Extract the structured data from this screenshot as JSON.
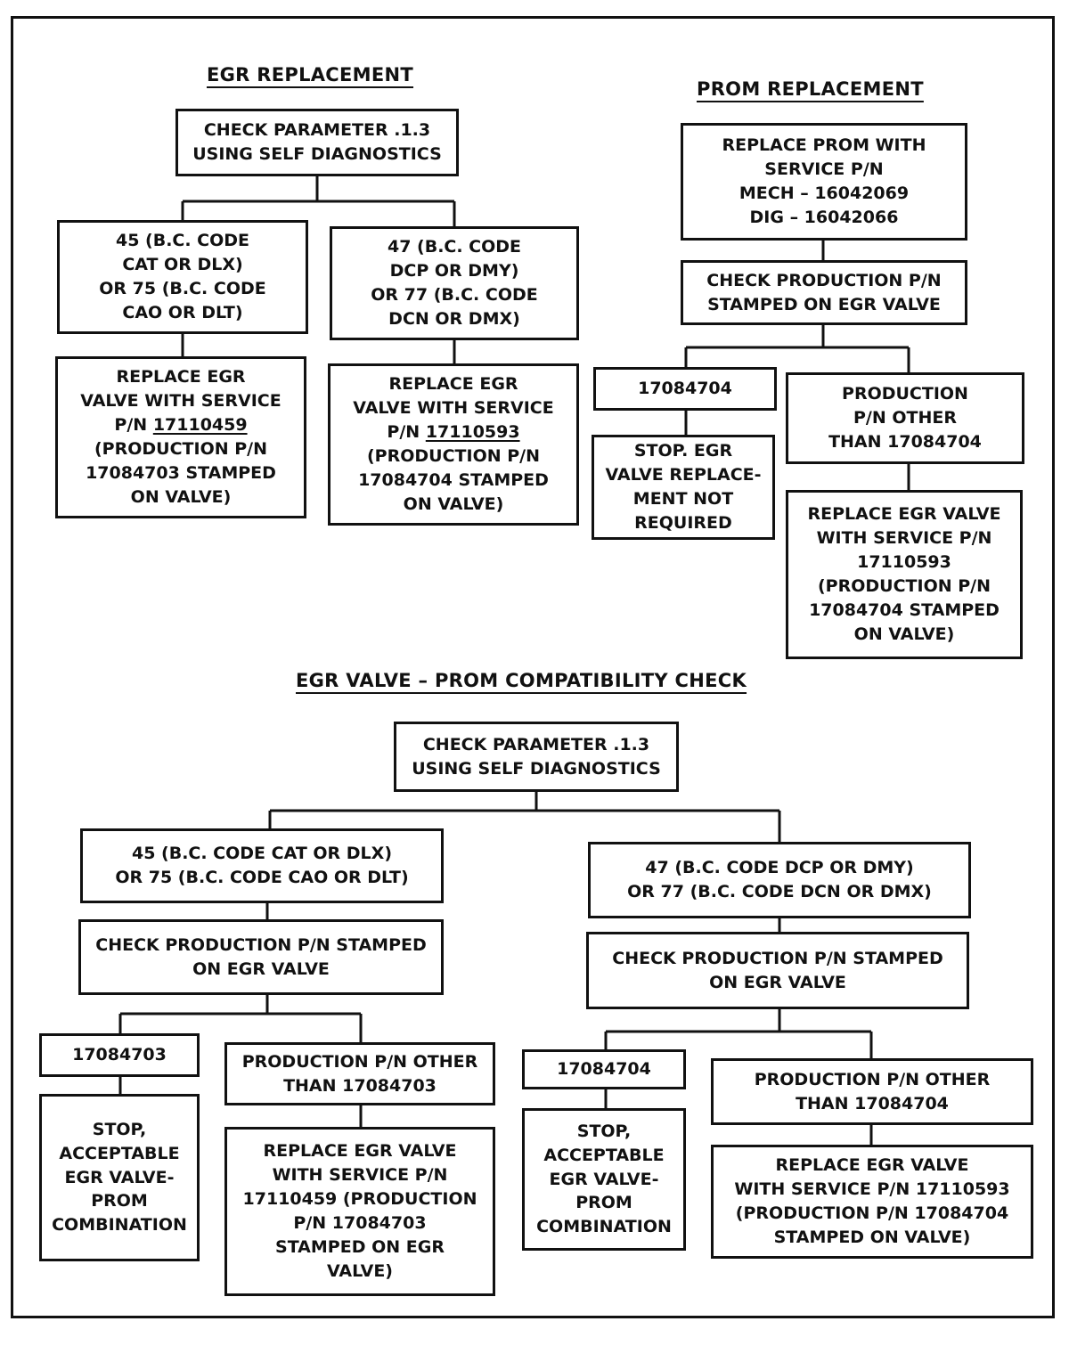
{
  "egr_replacement": {
    "title": "EGR REPLACEMENT",
    "root": "CHECK PARAMETER .1.3\nUSING SELF DIAGNOSTICS",
    "left_branch": "45 (B.C. CODE\nCAT OR DLX)\nOR 75 (B.C. CODE\nCAO OR DLT)",
    "right_branch": "47 (B.C. CODE\nDCP OR DMY)\nOR 77 (B.C. CODE\nDCN OR DMX)",
    "left_action": {
      "line1": "REPLACE EGR\nVALVE WITH SERVICE\nP/N ",
      "part_number": "17110459",
      "line2": "\n(PRODUCTION P/N\n17084703 STAMPED\nON VALVE)"
    },
    "right_action": {
      "line1": "REPLACE EGR\nVALVE WITH SERVICE\nP/N ",
      "part_number": "17110593",
      "line2": "\n(PRODUCTION P/N\n17084704 STAMPED\nON VALVE)"
    }
  },
  "prom_replacement": {
    "title": "PROM REPLACEMENT",
    "root": "REPLACE PROM WITH\nSERVICE P/N\nMECH – 16042069\nDIG – 16042066",
    "check": "CHECK PRODUCTION P/N\nSTAMPED ON EGR VALVE",
    "left_branch": "17084704",
    "right_branch": "PRODUCTION\nP/N OTHER\nTHAN 17084704",
    "left_action": "STOP. EGR\nVALVE REPLACE-\nMENT NOT\nREQUIRED",
    "right_action": "REPLACE EGR VALVE\nWITH SERVICE P/N\n17110593\n(PRODUCTION P/N\n17084704 STAMPED\nON VALVE)"
  },
  "compatibility_check": {
    "title": "EGR VALVE – PROM COMPATIBILITY CHECK",
    "root": "CHECK PARAMETER .1.3\nUSING SELF DIAGNOSTICS",
    "left": {
      "branch": "45 (B.C. CODE CAT OR DLX)\nOR 75 (B.C. CODE CAO OR DLT)",
      "check": "CHECK PRODUCTION P/N STAMPED\nON EGR VALVE",
      "match": "17084703",
      "other": "PRODUCTION P/N OTHER\nTHAN 17084703",
      "stop": "STOP,\nACCEPTABLE\nEGR VALVE-\nPROM\nCOMBINATION",
      "replace": "REPLACE EGR VALVE\nWITH SERVICE P/N\n17110459 (PRODUCTION\nP/N 17084703\nSTAMPED ON EGR\nVALVE)"
    },
    "right": {
      "branch": "47 (B.C. CODE DCP OR DMY)\nOR 77 (B.C. CODE DCN OR DMX)",
      "check": "CHECK PRODUCTION P/N STAMPED\nON EGR VALVE",
      "match": "17084704",
      "other": "PRODUCTION P/N OTHER\nTHAN 17084704",
      "stop": "STOP,\nACCEPTABLE\nEGR VALVE-\nPROM\nCOMBINATION",
      "replace": "REPLACE EGR VALVE\nWITH SERVICE P/N 17110593\n(PRODUCTION P/N 17084704\nSTAMPED ON VALVE)"
    }
  }
}
